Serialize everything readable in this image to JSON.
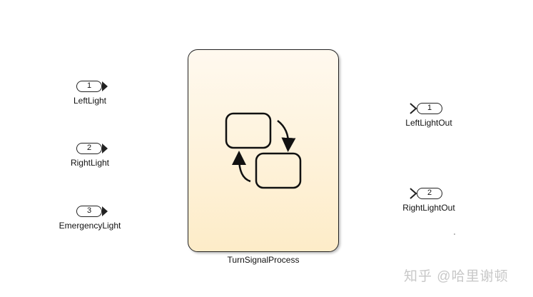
{
  "inports": [
    {
      "number": "1",
      "label": "LeftLight"
    },
    {
      "number": "2",
      "label": "RightLight"
    },
    {
      "number": "3",
      "label": "EmergencyLight"
    }
  ],
  "outports": [
    {
      "number": "1",
      "label": "LeftLightOut"
    },
    {
      "number": "2",
      "label": "RightLightOut"
    }
  ],
  "chart_block": {
    "label": "TurnSignalProcess",
    "icon": "stateflow-chart-icon"
  },
  "watermark": "知乎 @哈里谢顿"
}
